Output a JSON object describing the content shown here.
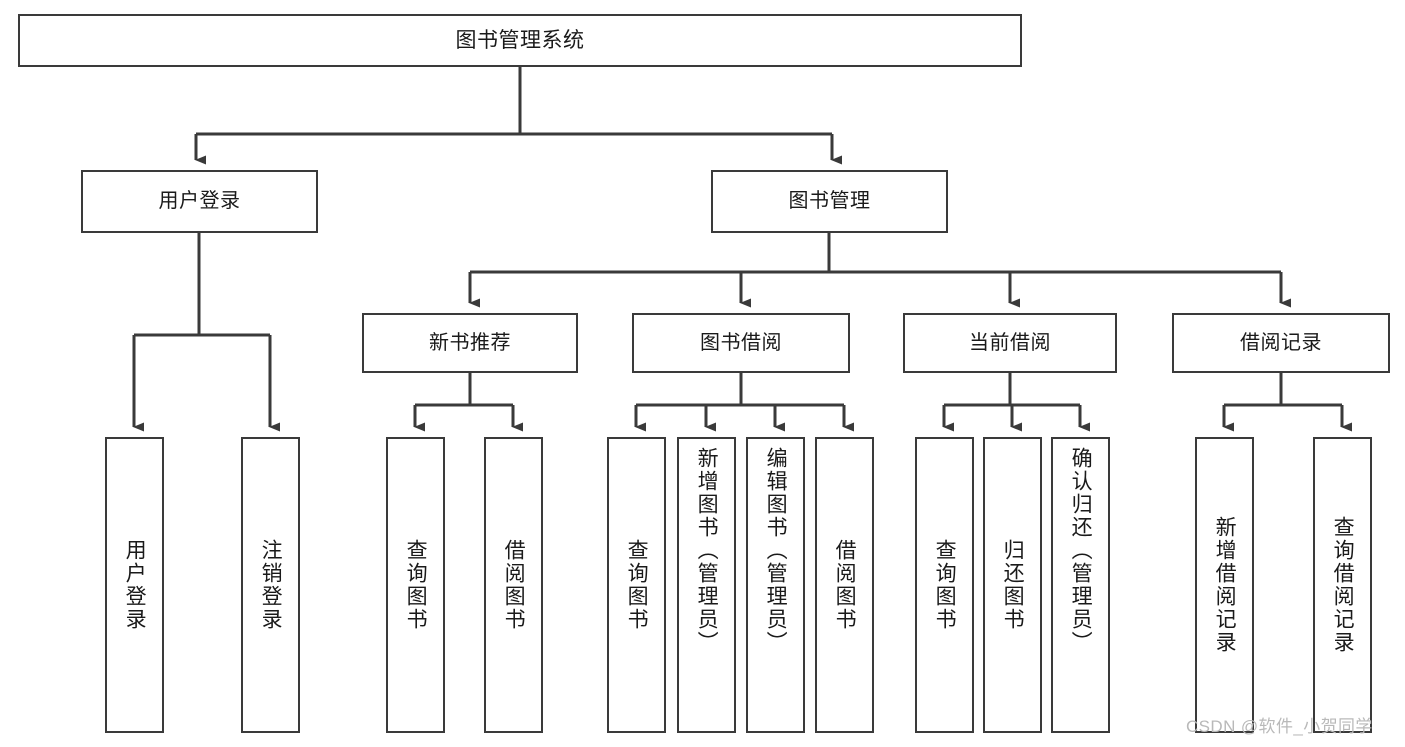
{
  "diagram": {
    "title": "图书管理系统",
    "type": "tree-hierarchy",
    "root": {
      "id": "root",
      "label": "图书管理系统"
    },
    "level2": [
      {
        "id": "user-login",
        "label": "用户登录"
      },
      {
        "id": "book-manage",
        "label": "图书管理"
      }
    ],
    "level3": [
      {
        "id": "new-book-rec",
        "label": "新书推荐",
        "parent": "book-manage"
      },
      {
        "id": "book-borrow",
        "label": "图书借阅",
        "parent": "book-manage"
      },
      {
        "id": "current-borrow",
        "label": "当前借阅",
        "parent": "book-manage"
      },
      {
        "id": "borrow-record",
        "label": "借阅记录",
        "parent": "book-manage"
      }
    ],
    "leaves": {
      "user_login": [
        {
          "id": "leaf-user-login",
          "label": "用户登录"
        },
        {
          "id": "leaf-logout",
          "label": "注销登录"
        }
      ],
      "new_book_rec": [
        {
          "id": "leaf-query-book-1",
          "label": "查询图书"
        },
        {
          "id": "leaf-borrow-book-1",
          "label": "借阅图书"
        }
      ],
      "book_borrow": [
        {
          "id": "leaf-query-book-2",
          "label": "查询图书"
        },
        {
          "id": "leaf-add-book",
          "label": "新增图书（管理员）"
        },
        {
          "id": "leaf-edit-book",
          "label": "编辑图书（管理员）"
        },
        {
          "id": "leaf-borrow-book-2",
          "label": "借阅图书"
        }
      ],
      "current_borrow": [
        {
          "id": "leaf-query-book-3",
          "label": "查询图书"
        },
        {
          "id": "leaf-return-book",
          "label": "归还图书"
        },
        {
          "id": "leaf-confirm-return",
          "label": "确认归还（管理员）"
        }
      ],
      "borrow_record": [
        {
          "id": "leaf-add-record",
          "label": "新增借阅记录"
        },
        {
          "id": "leaf-query-record",
          "label": "查询借阅记录"
        }
      ]
    }
  },
  "watermark": {
    "text": "CSDN @软件_小贺同学"
  },
  "colors": {
    "stroke": "#3a3a3a",
    "box_fill": "#ffffff",
    "text": "#1a1a1a",
    "watermark": "#b9b9b9",
    "background": "#ffffff"
  }
}
